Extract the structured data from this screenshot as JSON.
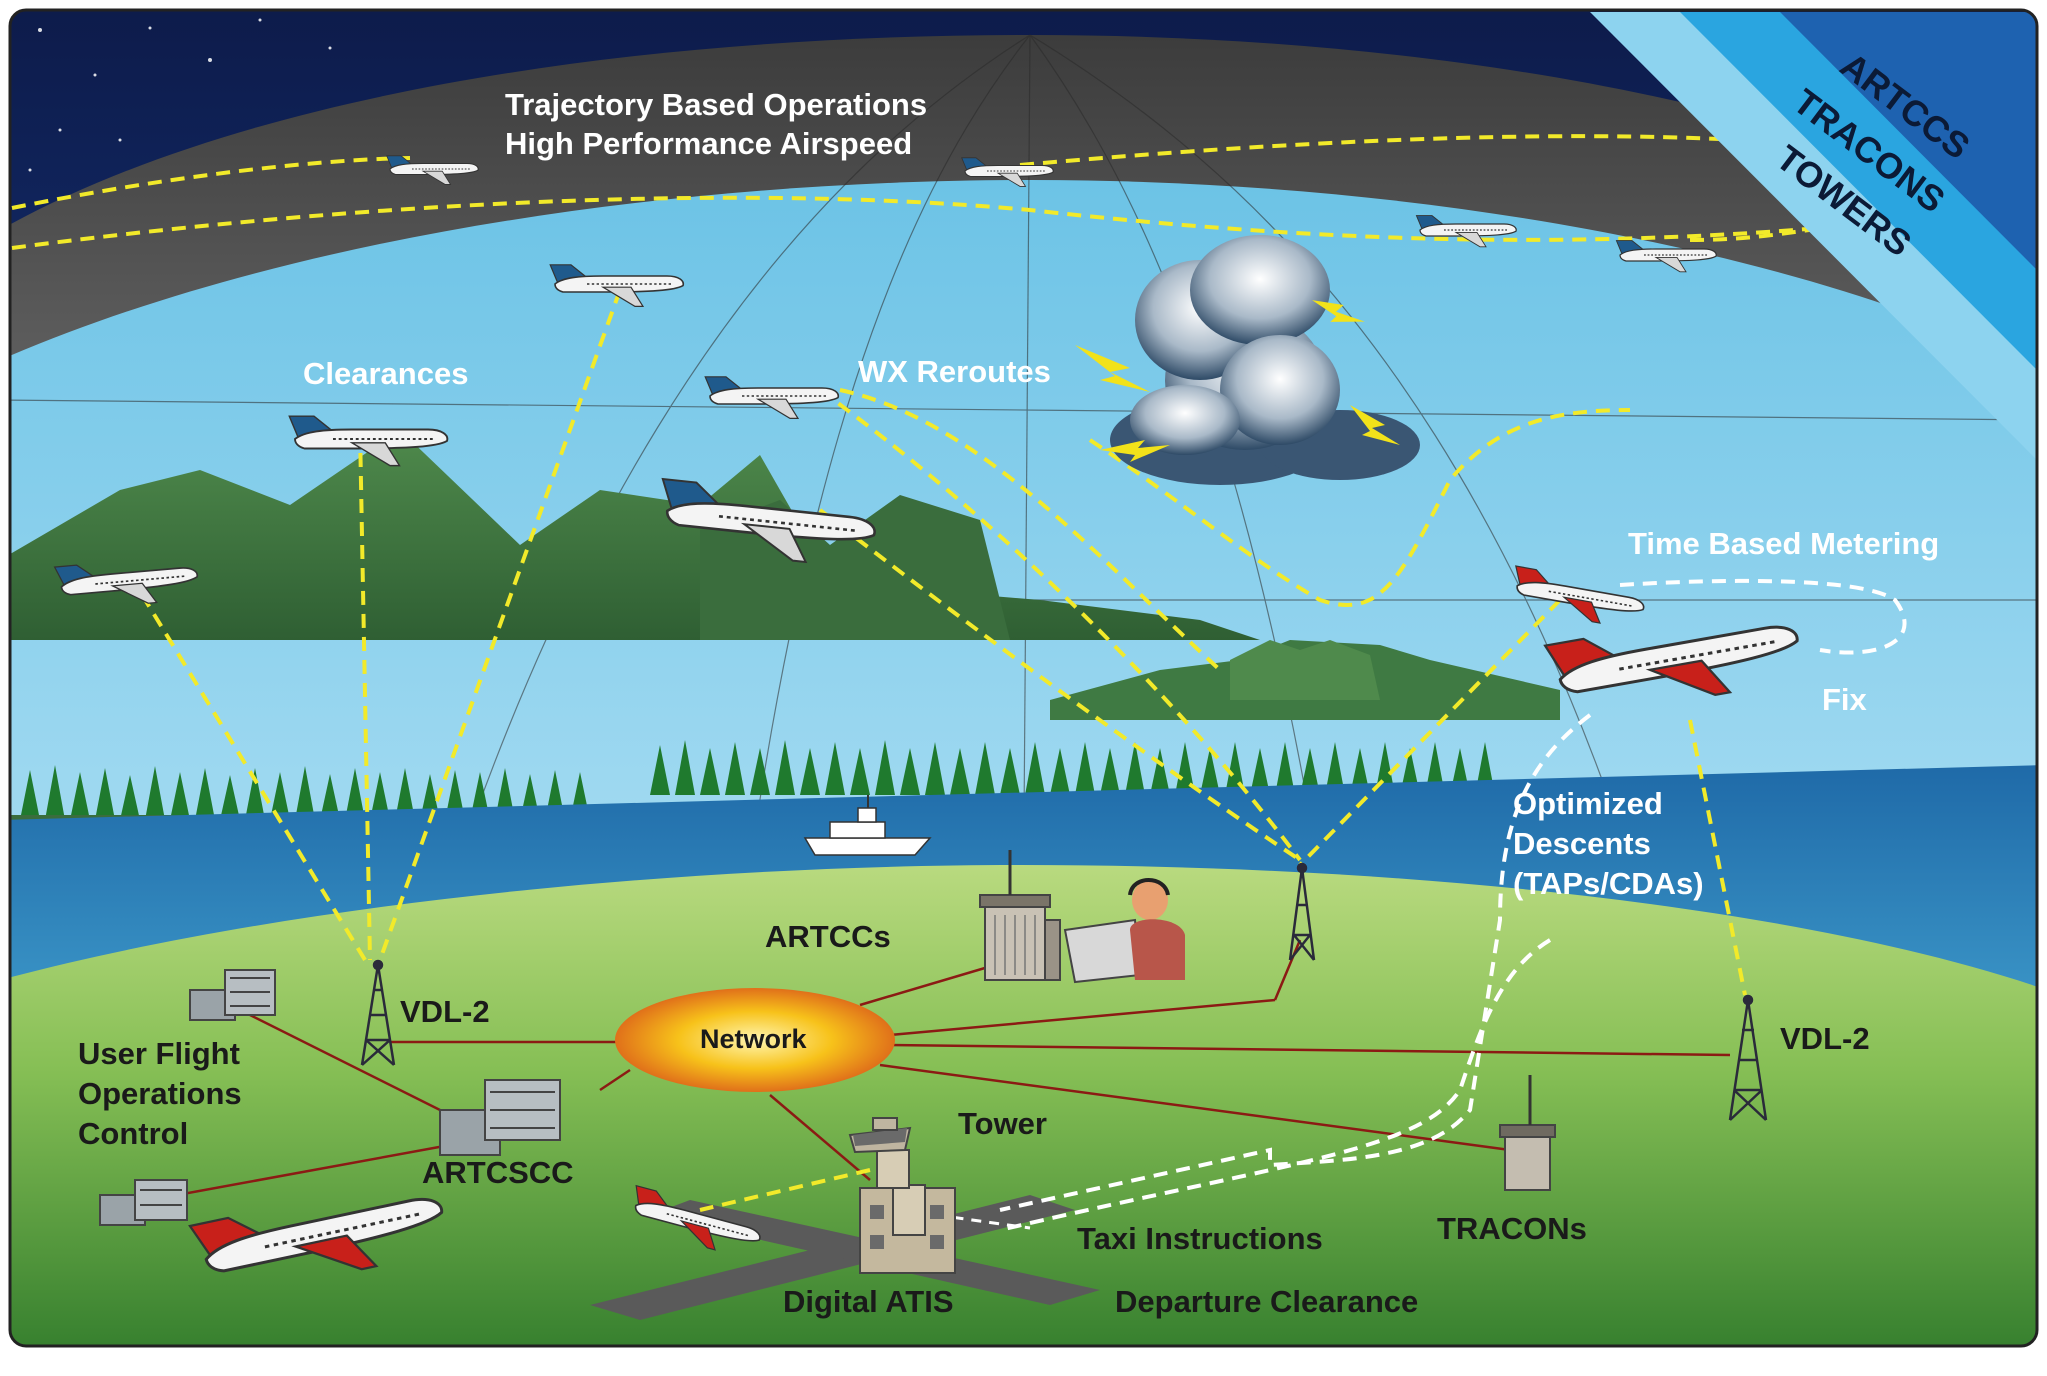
{
  "banner": {
    "artccs": "ARTCCS",
    "tracons": "TRACONS",
    "towers": "TOWERS"
  },
  "labels": {
    "trajectory_line1": "Trajectory Based Operations",
    "trajectory_line2": "High Performance Airspeed",
    "clearances": "Clearances",
    "wx_reroutes": "WX Reroutes",
    "time_based_metering": "Time Based Metering",
    "fix": "Fix",
    "optimized_line1": "Optimized",
    "optimized_line2": "Descents",
    "optimized_line3": "(TAPs/CDAs)",
    "artccs": "ARTCCs",
    "vdl2_left": "VDL-2",
    "vdl2_right": "VDL-2",
    "network": "Network",
    "user_flight_line1": "User Flight",
    "user_flight_line2": "Operations",
    "user_flight_line3": "Control",
    "artcscc": "ARTCSCC",
    "tower": "Tower",
    "taxi_instructions": "Taxi Instructions",
    "tracons": "TRACONs",
    "digital_atis": "Digital ATIS",
    "departure_clearance": "Departure Clearance"
  },
  "colors": {
    "sky_top": "#0d1b4a",
    "sky_band": "#2e9fd6",
    "dome_gray": "#6a6a6a",
    "sky_light": "#9ed8ef",
    "mountain": "#3f7a43",
    "water": "#2a7bb8",
    "ground": "#8fc45a",
    "datalink": "#f2ea2a",
    "wire": "#8b1a14",
    "network": "#f7c21a",
    "banner_dark": "#1e62b0",
    "banner_mid": "#2aa5e0",
    "banner_light": "#8dd3ef"
  }
}
